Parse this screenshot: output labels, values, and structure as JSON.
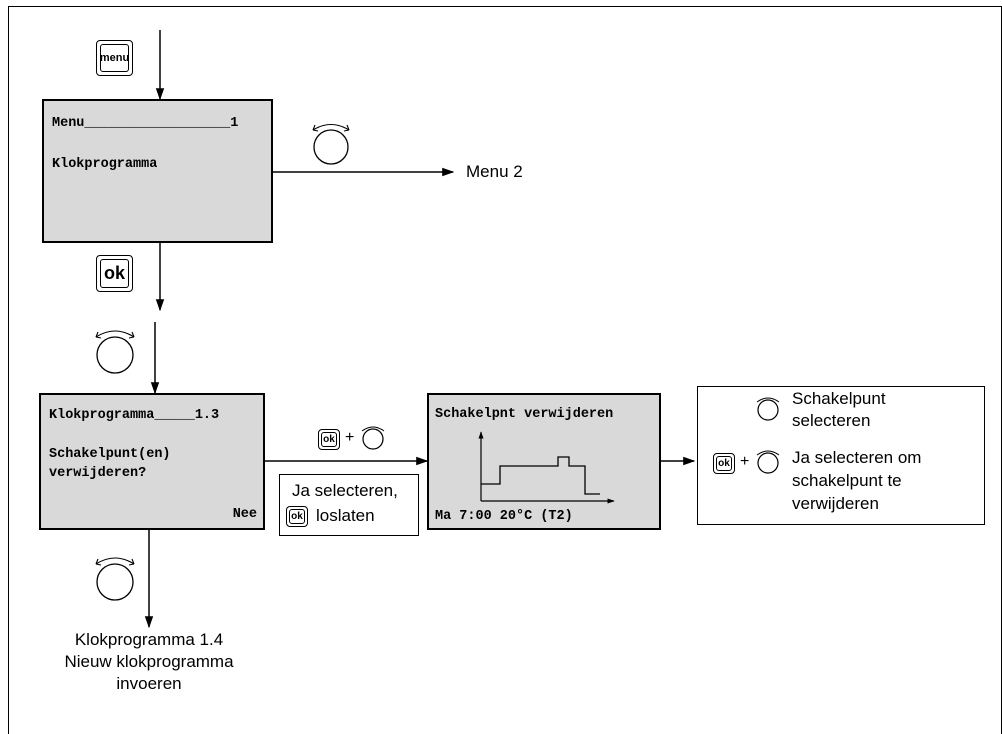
{
  "menu_screen": {
    "header": "Menu__________________1",
    "item": "Klokprogramma"
  },
  "keys": {
    "menu": "menu",
    "ok": "ok"
  },
  "branch_menu2": "Menu 2",
  "submenu_screen": {
    "header": "Klokprogramma_____1.3",
    "line1": "Schakelpunt(en)",
    "line2": "verwijderen?",
    "answer": "Nee"
  },
  "combo_label": {
    "plus": "+"
  },
  "hint_box": {
    "line1": "Ja selecteren,",
    "line2": "loslaten"
  },
  "delete_screen": {
    "header": "Schakelpnt verwijderen",
    "footer": "Ma 7:00 20°C (T2)"
  },
  "legend": {
    "row1_line1": "Schakelpunt",
    "row1_line2": "selecteren",
    "plus": "+",
    "row2_line1": "Ja selecteren om",
    "row2_line2": "schakelpunt te",
    "row2_line3": "verwijderen"
  },
  "next_item": {
    "line1": "Klokprogramma 1.4",
    "line2": "Nieuw klokprogramma",
    "line3": "invoeren"
  }
}
